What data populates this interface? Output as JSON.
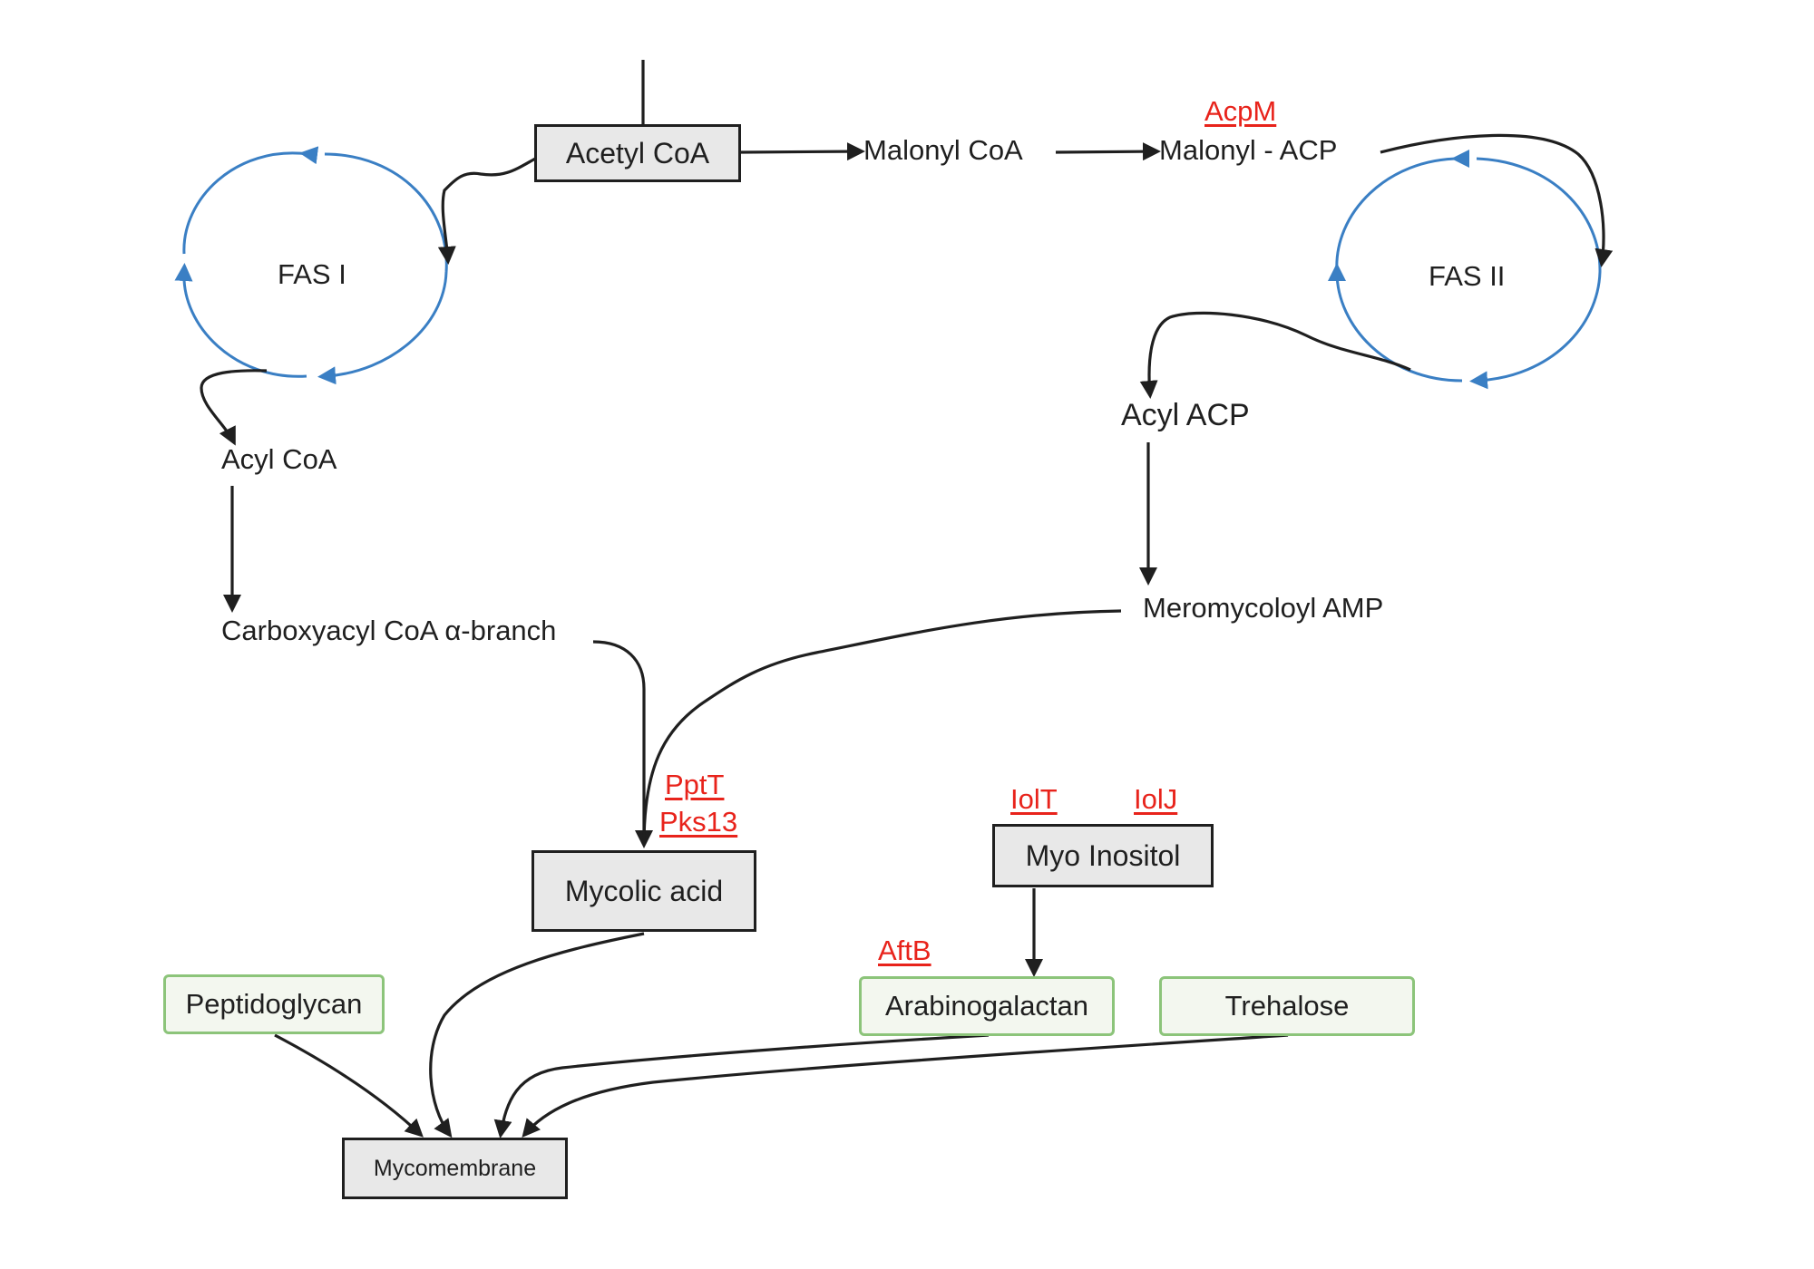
{
  "nodes": {
    "acetyl_coa": "Acetyl CoA",
    "malonyl_coa": "Malonyl CoA",
    "malonyl_acp": "Malonyl - ACP",
    "fas1": "FAS I",
    "fas2": "FAS II",
    "acyl_coa": "Acyl CoA",
    "acyl_acp": "Acyl ACP",
    "carboxyacyl": "Carboxyacyl CoA α-branch",
    "meromycoloyl": "Meromycoloyl AMP",
    "mycolic_acid": "Mycolic acid",
    "myo_inositol": "Myo Inositol",
    "peptidoglycan": "Peptidoglycan",
    "arabinogalactan": "Arabinogalactan",
    "trehalose": "Trehalose",
    "mycomembrane": "Mycomembrane"
  },
  "enzymes": {
    "acpm": "AcpM",
    "pptt": "PptT",
    "pks13": "Pks13",
    "iolt": "IolT",
    "iolj": "IolJ",
    "aftb": "AftB"
  },
  "colors": {
    "arrow": "#1f1f1f",
    "cycle": "#3a7fc4",
    "enzyme": "#e8231b",
    "box_fill": "#e8e8e8",
    "green_border": "#8cc47a"
  }
}
